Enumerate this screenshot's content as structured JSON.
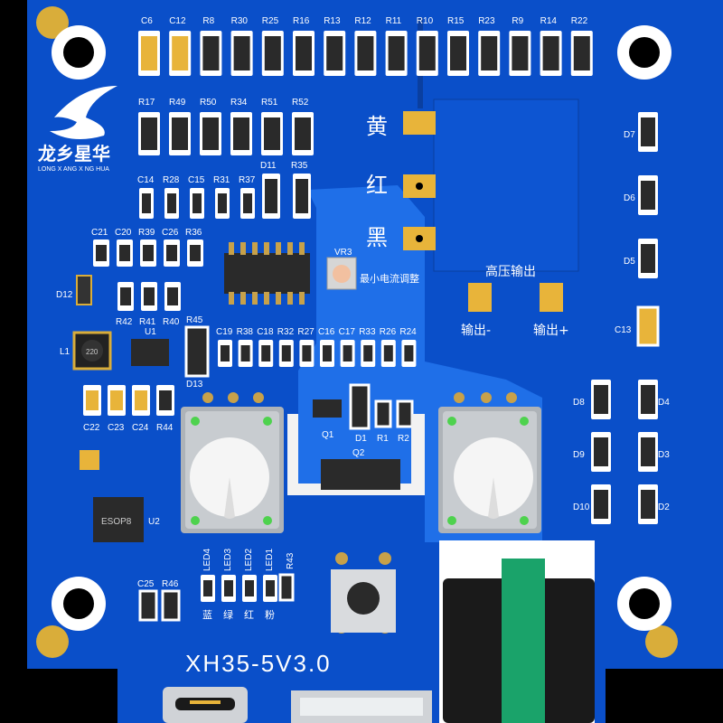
{
  "board": {
    "title": "XH35-5V3.0",
    "logo_text": "龙乡星华",
    "logo_sub": "LONG X ANG X NG HUA",
    "colors": {
      "pcb": "#0a4fc9",
      "pcb_light": "#1f6fe8",
      "silk": "#ffffff",
      "pad": "#e8b43a",
      "component": "#2a2a2a"
    }
  },
  "resistor_row1": [
    "C6",
    "C12",
    "R8",
    "R30",
    "R25",
    "R16",
    "R13",
    "R12",
    "R11",
    "R10",
    "R15",
    "R23",
    "R9",
    "R14",
    "R22"
  ],
  "resistor_row2": [
    "R17",
    "R49",
    "R50",
    "R34",
    "R51",
    "R52"
  ],
  "row3a": [
    "C14",
    "R28",
    "C15",
    "R31",
    "R37"
  ],
  "row3b": [
    "D11",
    "R35"
  ],
  "row4": [
    "C21",
    "C20",
    "R39",
    "C26",
    "R36"
  ],
  "row5": [
    "R42",
    "R41",
    "R40",
    "R45"
  ],
  "row6": [
    "C19",
    "R38",
    "C18",
    "R32",
    "R27",
    "C16",
    "C17",
    "R33",
    "R26",
    "R24"
  ],
  "row7": [
    "C22",
    "C23",
    "C24",
    "R44"
  ],
  "misc_labels": {
    "d12": "D12",
    "l1": "L1",
    "u1": "U1",
    "d13": "D13",
    "vr3": "VR3",
    "vr3_desc": "最小电流调整",
    "q1": "Q1",
    "d1": "D1",
    "r1": "R1",
    "r2": "R2",
    "q2": "Q2",
    "u2": "U2",
    "u2_mark": "ESOP8",
    "l1_mark": "220",
    "c25": "C25",
    "r46": "R46",
    "r43": "R43",
    "c13": "C13"
  },
  "led_labels": [
    "LED4",
    "LED3",
    "LED2",
    "LED1"
  ],
  "led_colors": [
    "蓝",
    "绿",
    "红",
    "粉"
  ],
  "wire_labels": [
    "黄",
    "红",
    "黑"
  ],
  "hv_output": {
    "title": "高压输出",
    "minus": "输出-",
    "plus": "输出+"
  },
  "diodes_right": [
    "D7",
    "D6",
    "D5"
  ],
  "diodes_left": [
    "D8",
    "D9",
    "D10"
  ],
  "diodes_far": [
    "D4",
    "D3",
    "D2"
  ]
}
